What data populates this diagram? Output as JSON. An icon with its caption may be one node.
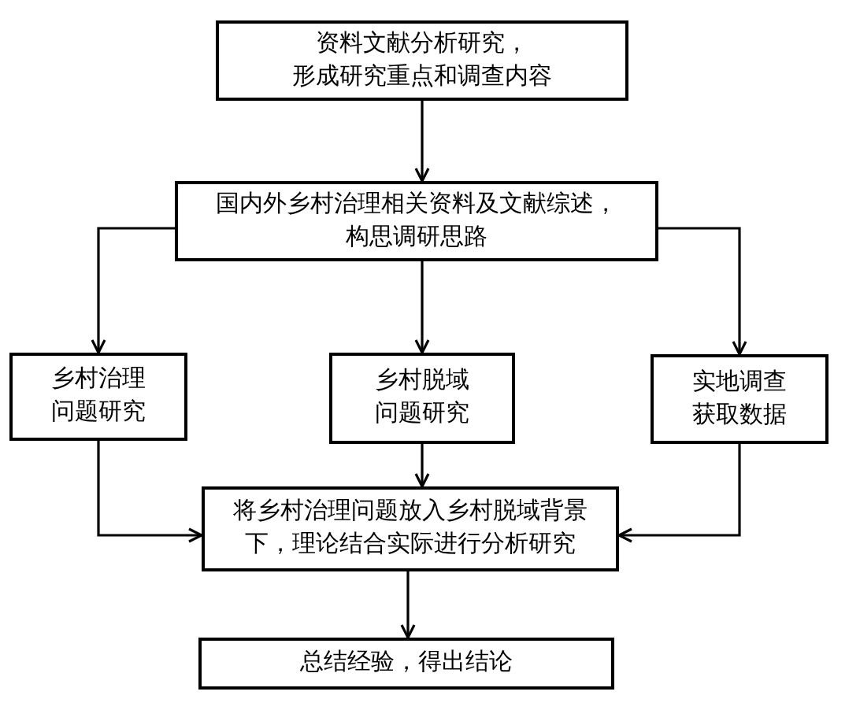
{
  "diagram": {
    "nodes": [
      {
        "text": [
          "资料文献分析研究，形成研究重点和调查内容"
        ]
      },
      {
        "text": [
          "国内外乡村治理相关资料及文献综述，构思调研思路"
        ]
      },
      {
        "text": [
          "乡村治理问题研究"
        ]
      },
      {
        "text": [
          "乡村脱域问题研究"
        ]
      },
      {
        "text": [
          "实地调查获取数据"
        ]
      },
      {
        "text": [
          "将乡村治理问题放入乡村脱域背景下，理论结合实际进行分析研究"
        ]
      },
      {
        "text": [
          "总结经验，得出结论"
        ]
      }
    ],
    "edges": [
      {
        "from": 0,
        "to": 1,
        "arrow": "to"
      },
      {
        "from": 1,
        "to": 2,
        "arrow": "to"
      },
      {
        "from": 1,
        "to": 3,
        "arrow": "to"
      },
      {
        "from": 1,
        "to": 4,
        "arrow": "to"
      },
      {
        "from": 2,
        "to": 5,
        "arrow": "to"
      },
      {
        "from": 3,
        "to": 5,
        "arrow": "to"
      },
      {
        "from": 4,
        "to": 5,
        "arrow": "to"
      },
      {
        "from": 5,
        "to": 6,
        "arrow": "to"
      }
    ]
  }
}
